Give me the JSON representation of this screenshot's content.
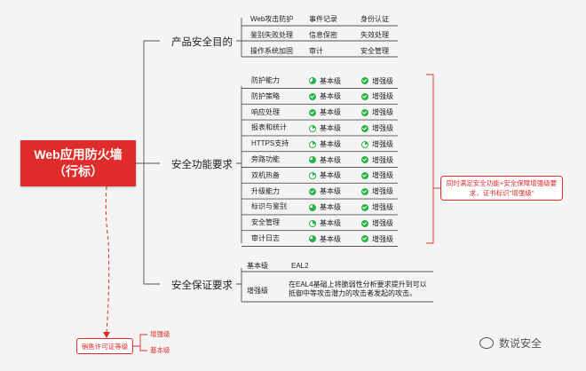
{
  "root": {
    "line1": "Web应用防火墙",
    "line2": "（行标）"
  },
  "branches": {
    "product": "产品安全目的",
    "function": "安全功能要求",
    "assurance": "安全保证要求"
  },
  "product_rows": [
    [
      "Web攻击防护",
      "事件记录",
      "身份认证"
    ],
    [
      "鉴别失败处理",
      "信息保密",
      "失效处理"
    ],
    [
      "操作系统加固",
      "审计",
      "安全管理"
    ]
  ],
  "function_rows": [
    {
      "name": "防护能力",
      "basic": {
        "label": "基本级",
        "icon": "partial-circle-icon",
        "fill": 0.65
      },
      "enhanced": {
        "label": "增强级",
        "icon": "check-circle-icon",
        "fill": 1
      }
    },
    {
      "name": "防护策略",
      "basic": {
        "label": "基本级",
        "icon": "check-circle-icon",
        "fill": 1
      },
      "enhanced": {
        "label": "增强级",
        "icon": "check-circle-icon",
        "fill": 1
      }
    },
    {
      "name": "响应处理",
      "basic": {
        "label": "基本级",
        "icon": "check-circle-icon",
        "fill": 1
      },
      "enhanced": {
        "label": "增强级",
        "icon": "check-circle-icon",
        "fill": 1
      }
    },
    {
      "name": "报表和统计",
      "basic": {
        "label": "基本级",
        "icon": "partial-circle-icon",
        "fill": 0.2
      },
      "enhanced": {
        "label": "增强级",
        "icon": "check-circle-icon",
        "fill": 1
      }
    },
    {
      "name": "HTTPS支持",
      "basic": {
        "label": "基本级",
        "icon": "partial-circle-icon",
        "fill": 0.2
      },
      "enhanced": {
        "label": "增强级",
        "icon": "partial-circle-icon",
        "fill": 0.2
      }
    },
    {
      "name": "旁路功能",
      "basic": {
        "label": "基本级",
        "icon": "partial-circle-icon",
        "fill": 0.75
      },
      "enhanced": {
        "label": "增强级",
        "icon": "check-circle-icon",
        "fill": 1
      }
    },
    {
      "name": "双机热备",
      "basic": {
        "label": "基本级",
        "icon": "partial-circle-icon",
        "fill": 0.2
      },
      "enhanced": {
        "label": "增强级",
        "icon": "check-circle-icon",
        "fill": 1
      }
    },
    {
      "name": "升级能力",
      "basic": {
        "label": "基本级",
        "icon": "check-circle-icon",
        "fill": 1
      },
      "enhanced": {
        "label": "增强级",
        "icon": "check-circle-icon",
        "fill": 1
      }
    },
    {
      "name": "标识与鉴别",
      "basic": {
        "label": "基本级",
        "icon": "partial-circle-icon",
        "fill": 0.75
      },
      "enhanced": {
        "label": "增强级",
        "icon": "check-circle-icon",
        "fill": 1
      }
    },
    {
      "name": "安全管理",
      "basic": {
        "label": "基本级",
        "icon": "partial-circle-icon",
        "fill": 0.3
      },
      "enhanced": {
        "label": "增强级",
        "icon": "check-circle-icon",
        "fill": 1
      }
    },
    {
      "name": "审计日志",
      "basic": {
        "label": "基本级",
        "icon": "partial-circle-icon",
        "fill": 0.75
      },
      "enhanced": {
        "label": "增强级",
        "icon": "check-circle-icon",
        "fill": 1
      }
    }
  ],
  "assurance_rows": [
    {
      "level": "基本级",
      "desc": [
        "EAL2"
      ]
    },
    {
      "level": "增强级",
      "desc": [
        "在EAL4基础上将脆弱性分析要求提升到可以",
        "抵御中等攻击潜力的攻击者发起的攻击。"
      ]
    }
  ],
  "note": "同时满足安全功能+安全保障增强级要求，证书标识\"增强级\"",
  "license": {
    "label": "销售许可证等级",
    "levels": [
      "增强级",
      "基本级"
    ]
  },
  "watermark": "数说安全",
  "colors": {
    "accent": "#e02b2b",
    "check": "#2bb34a",
    "line": "#555555"
  }
}
